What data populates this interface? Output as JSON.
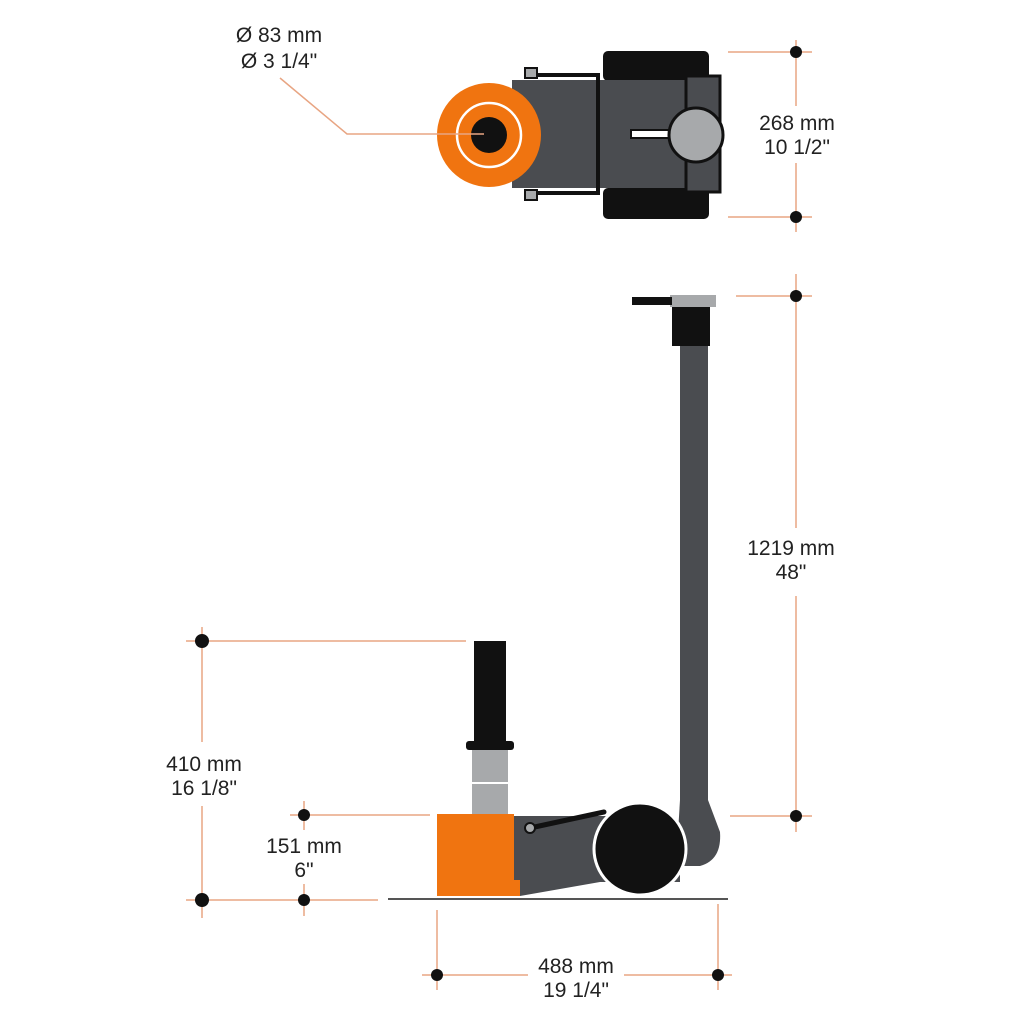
{
  "colors": {
    "orange": "#f07410",
    "dark_gray": "#4a4c50",
    "black": "#111111",
    "light_gray": "#a7a9ab",
    "dimension_line": "#e8a583",
    "ground": "#555555"
  },
  "dimensions": {
    "saddle_diameter": {
      "metric": "Ø 83 mm",
      "imperial": "Ø 3 1/4\""
    },
    "width": {
      "metric": "268 mm",
      "imperial": "10 1/2\""
    },
    "handle_height": {
      "metric": "1219 mm",
      "imperial": "48\""
    },
    "max_height": {
      "metric": "410 mm",
      "imperial": "16 1/8\""
    },
    "min_height": {
      "metric": "151 mm",
      "imperial": "6\""
    },
    "length": {
      "metric": "488 mm",
      "imperial": "19 1/4\""
    }
  }
}
